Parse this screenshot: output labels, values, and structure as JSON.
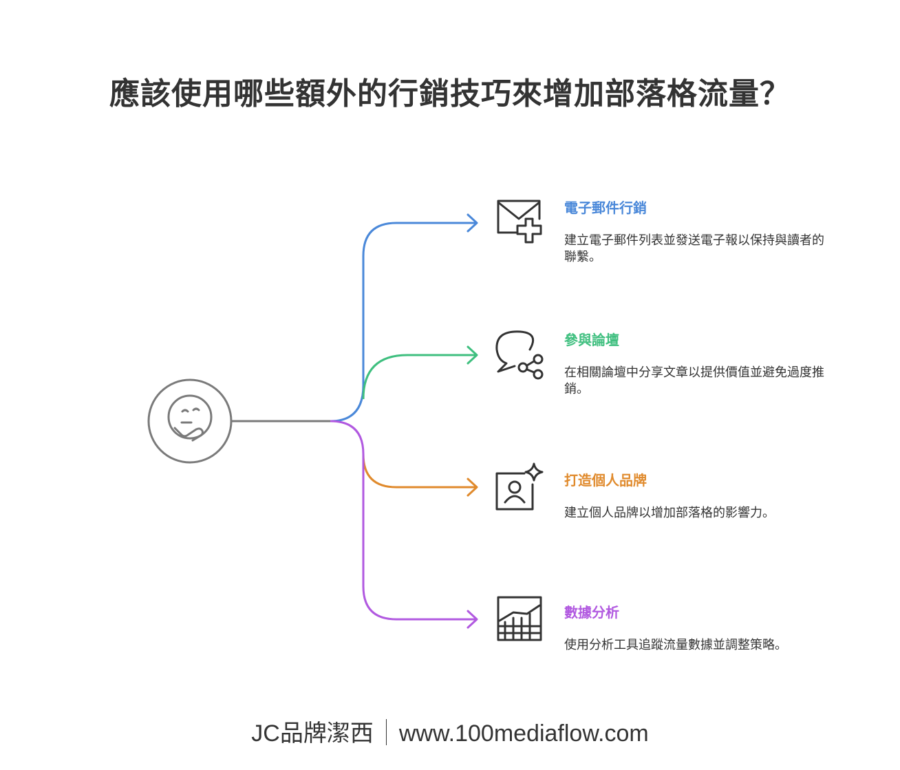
{
  "title": "應該使用哪些額外的行銷技巧來增加部落格流量？",
  "center_icon": "thinking-face-icon",
  "items": [
    {
      "title": "電子郵件行銷",
      "description": "建立電子郵件列表並發送電子報以保持與讀者的聯繫。",
      "color": "#4a88d9",
      "icon": "mail-plus-icon"
    },
    {
      "title": "參與論壇",
      "description": "在相關論壇中分享文章以提供價值並避免過度推銷。",
      "color": "#3fbf7f",
      "icon": "chat-share-icon"
    },
    {
      "title": "打造個人品牌",
      "description": "建立個人品牌以增加部落格的影響力。",
      "color": "#e08a2c",
      "icon": "user-sparkle-icon"
    },
    {
      "title": "數據分析",
      "description": "使用分析工具追蹤流量數據並調整策略。",
      "color": "#b159e0",
      "icon": "chart-grid-icon"
    }
  ],
  "footer": {
    "brand": "JC品牌潔西",
    "url": "www.100mediaflow.com"
  }
}
